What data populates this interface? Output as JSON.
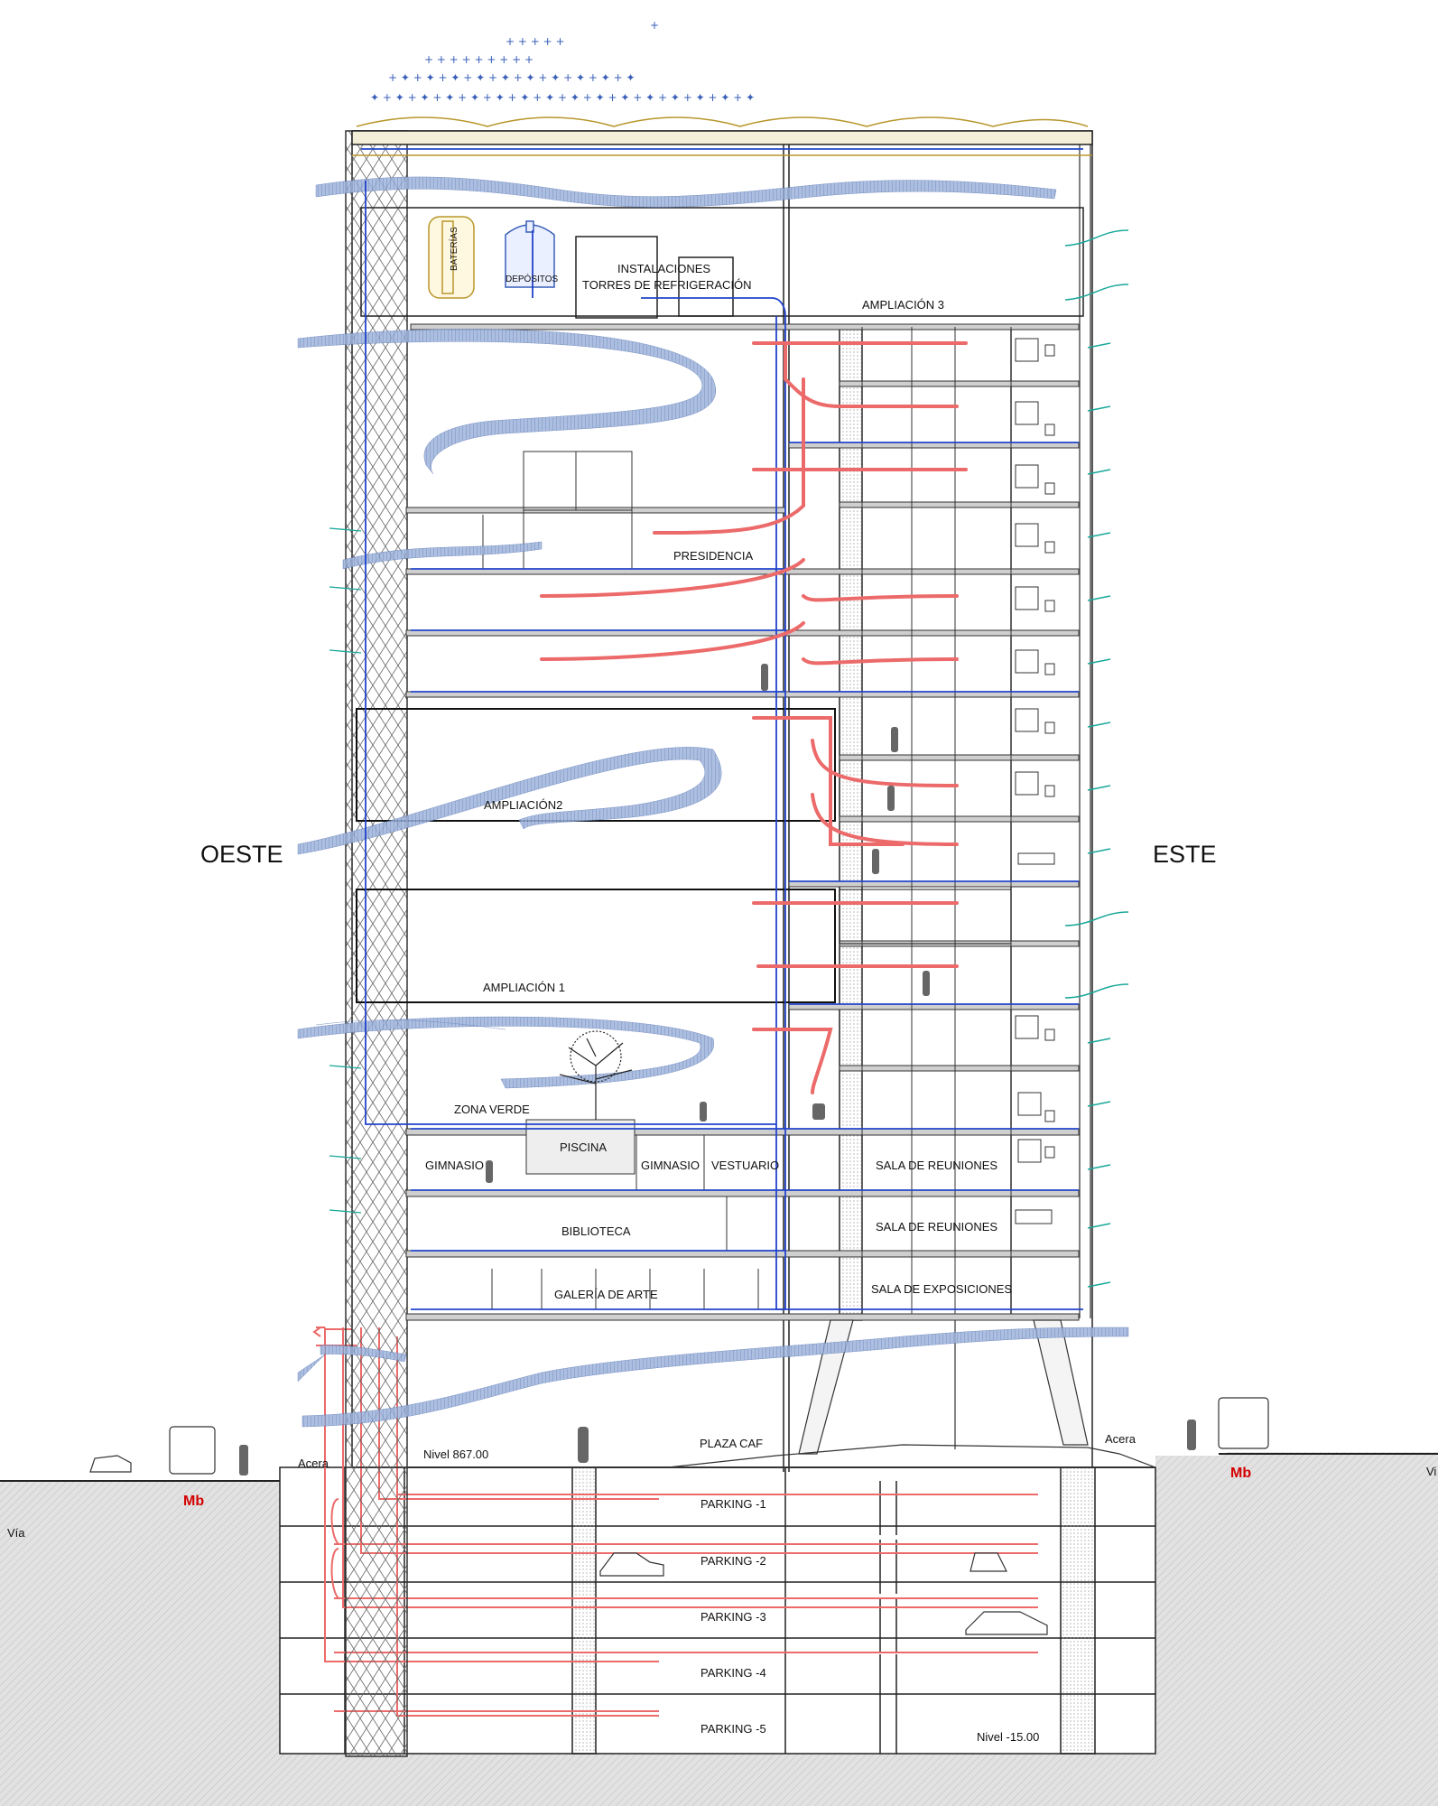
{
  "orientation": {
    "west": "OESTE",
    "east": "ESTE"
  },
  "levels": {
    "ground": "Nivel  867.00",
    "bottom": "Nivel  -15.00"
  },
  "street": {
    "sidewalk_west": "Acera",
    "sidewalk_east": "Acera",
    "road_west": "Vía",
    "road_east": "Vi",
    "bus_stop_west": "Mb",
    "bus_stop_east": "Mb"
  },
  "plaza": "PLAZA CAF",
  "roof": {
    "batteries": "BATERÍAS",
    "tanks": "DEPÓSITOS",
    "installations_1": "INSTALACIONES",
    "installations_2": "TORRES DE REFRIGERACIÓN"
  },
  "floors": {
    "ampliacion3": "AMPLIACIÓN 3",
    "presidencia": "PRESIDENCIA",
    "ampliacion2": "AMPLIACIÓN2",
    "ampliacion1": "AMPLIACIÓN 1",
    "zona_verde": "ZONA VERDE",
    "piscina": "PISCINA",
    "gimnasio_1": "GIMNASIO",
    "gimnasio_2": "GIMNASIO",
    "vestuario": "VESTUARIO",
    "sala_reuniones_1": "SALA DE REUNIONES",
    "biblioteca": "BIBLIOTECA",
    "sala_reuniones_2": "SALA DE REUNIONES",
    "galeria": "GALERÍA DE ARTE",
    "exposiciones": "SALA DE EXPOSICIONES"
  },
  "parking": [
    "PARKING -1",
    "PARKING -2",
    "PARKING -3",
    "PARKING -4",
    "PARKING -5"
  ],
  "colors": {
    "structure": "#222222",
    "air_flow": "#6f8fc0",
    "hot_air": "#ec6a6a",
    "cold_air": "#2244cc",
    "vent": "#1aa89a",
    "soil": "#d9d9d9",
    "bus_stop": "#d40000",
    "solar": "#b8962a"
  }
}
